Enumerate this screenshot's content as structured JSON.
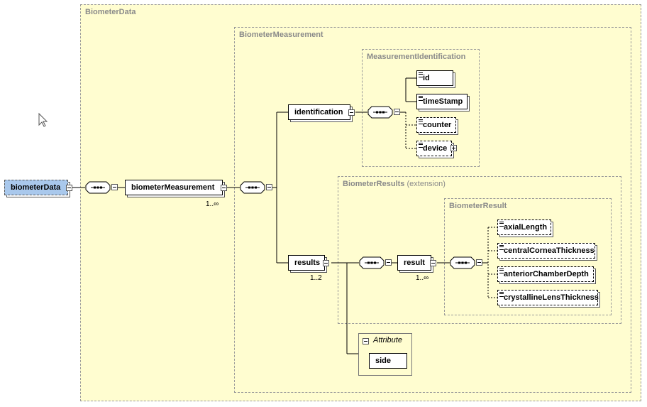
{
  "groups": {
    "biometer_data": "BiometerData",
    "biometer_measurement": "BiometerMeasurement",
    "measurement_identification": "MeasurementIdentification",
    "biometer_results": "BiometerResults",
    "biometer_results_ext": "(extension)",
    "biometer_result": "BiometerResult"
  },
  "elements": {
    "root": "biometerData",
    "biometer_measurement": "biometerMeasurement",
    "identification": "identification",
    "id": "id",
    "timestamp": "timeStamp",
    "counter": "counter",
    "device": "device",
    "results": "results",
    "result": "result",
    "axial_length": "axialLength",
    "central_cornea": "centralCorneaThickness",
    "anterior_chamber": "anteriorChamberDepth",
    "crystalline_lens": "crystallineLensThickness"
  },
  "cardinality": {
    "biometer_measurement": "1..∞",
    "results": "1..2",
    "result": "1..∞"
  },
  "attribute": {
    "title": "Attribute",
    "side": "side"
  },
  "colors": {
    "group_fill": "#fffdd0",
    "root_fill": "#a9c8ec"
  }
}
